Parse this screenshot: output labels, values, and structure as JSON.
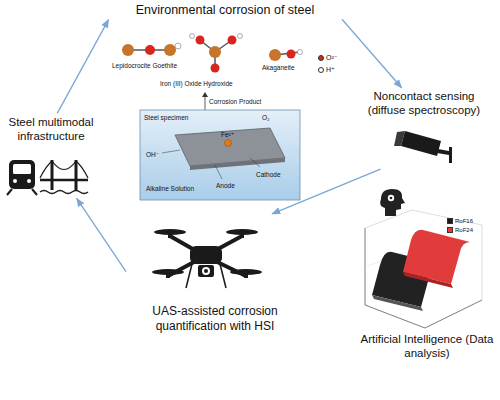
{
  "diagram": {
    "nodes": [
      {
        "text": [
          "Environmental corrosion of steel"
        ]
      },
      {
        "text": [
          "Noncontact sensing (diffuse spectroscopy)"
        ]
      },
      {
        "text": [
          "Artificial Intelligence (Data analysis)"
        ]
      },
      {
        "text": [
          "UAS-assisted corrosion quantification with HSI"
        ]
      },
      {
        "text": [
          "Steel multimodal infrastructure"
        ]
      }
    ],
    "edges": [
      {
        "from": 4,
        "to": 0,
        "arrow": "to"
      },
      {
        "from": 0,
        "to": 1,
        "arrow": "to"
      },
      {
        "from": 1,
        "to": 3,
        "arrow": "to"
      },
      {
        "from": 3,
        "to": 4,
        "arrow": "to"
      }
    ],
    "labels": [
      "Lepidocrocite Goethite",
      "Akaganeite",
      "Iron (III) Oxide Hydroxide",
      "Corrosion Product",
      "Steel specimen",
      "Fe²⁺",
      "O₂",
      "OH⁻",
      "Cathode",
      "Alkaline Solution",
      "Anode"
    ],
    "legend": [
      {
        "text": "O²⁻",
        "color": "#d8261c"
      },
      {
        "text": "H⁺",
        "color": "#ffffff"
      },
      {
        "text": "RoF16",
        "color": "#1a1a1a"
      },
      {
        "text": "RoF24",
        "color": "#e23b3b"
      }
    ]
  }
}
